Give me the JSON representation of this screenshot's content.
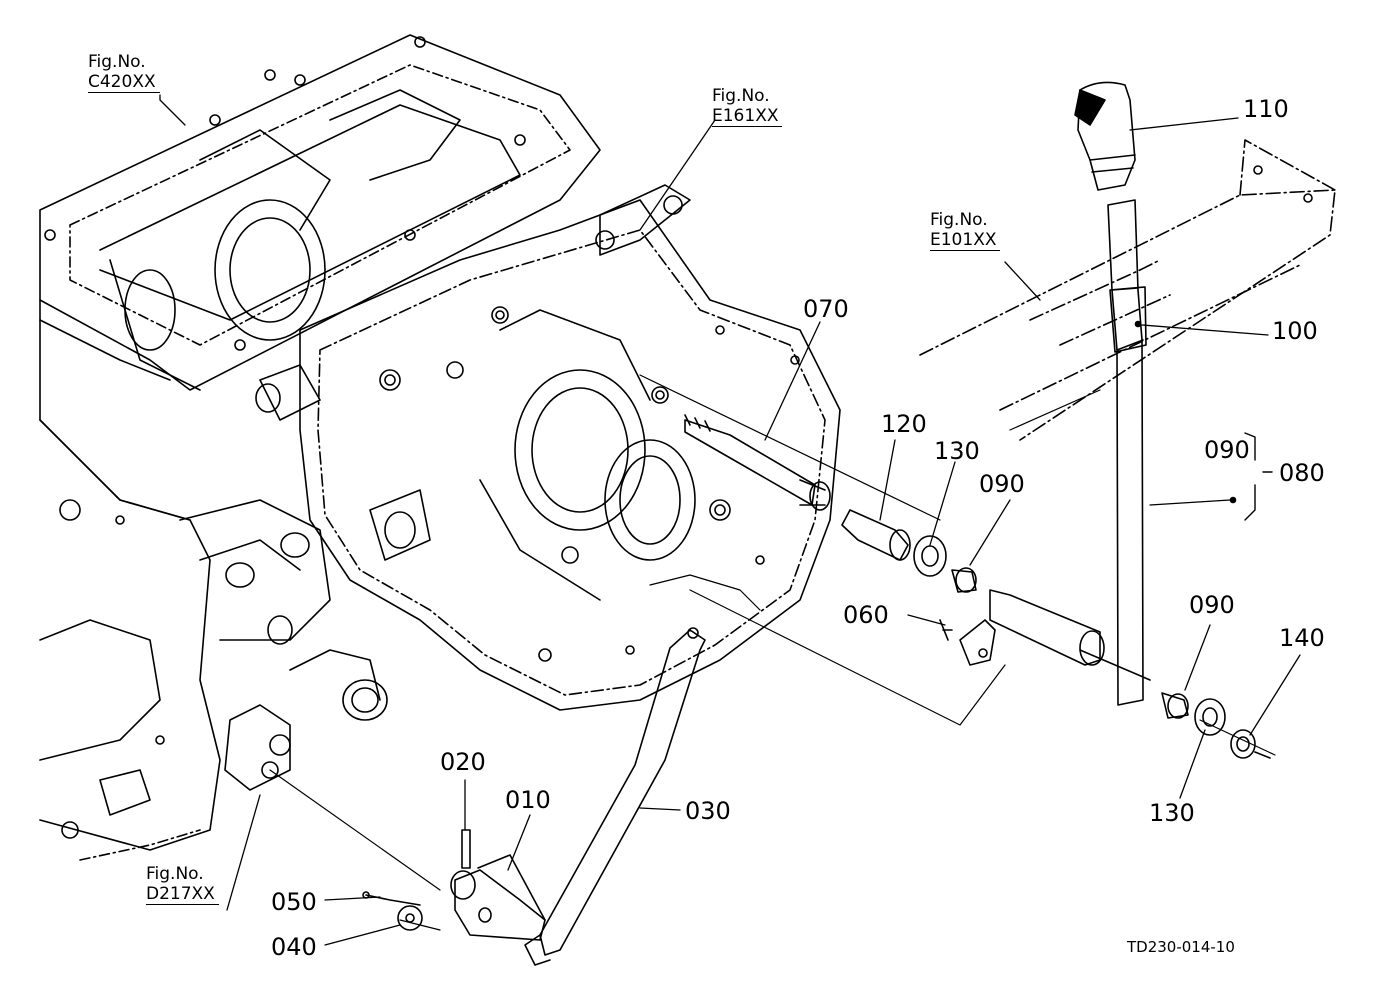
{
  "figure_refs": [
    {
      "id": "c420",
      "prefix": "Fig.No.",
      "code": "C420XX"
    },
    {
      "id": "e161",
      "prefix": "Fig.No.",
      "code": "E161XX"
    },
    {
      "id": "e101",
      "prefix": "Fig.No.",
      "code": "E101XX"
    },
    {
      "id": "d217",
      "prefix": "Fig.No.",
      "code": "D217XX"
    }
  ],
  "part_labels": {
    "p010": "010",
    "p020": "020",
    "p030": "030",
    "p040": "040",
    "p050": "050",
    "p060": "060",
    "p070": "070",
    "p080": "080",
    "p090_kit": "090",
    "p090_a": "090",
    "p090_b": "090",
    "p100": "100",
    "p110": "110",
    "p120": "120",
    "p130_a": "130",
    "p130_b": "130",
    "p140": "140"
  },
  "drawing_code": "TD230-014-10"
}
